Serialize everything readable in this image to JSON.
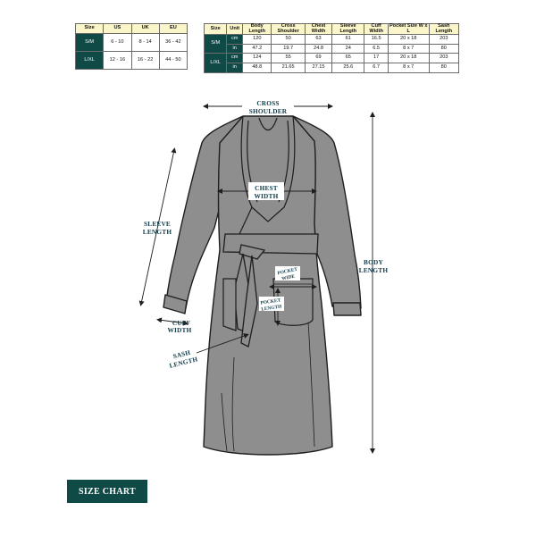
{
  "conversion_table": {
    "headers": [
      "Size",
      "US",
      "UK",
      "EU"
    ],
    "rows": [
      {
        "size": "S/M",
        "us": "6 - 10",
        "uk": "8 - 14",
        "eu": "36 - 42"
      },
      {
        "size": "L/XL",
        "us": "12 - 16",
        "uk": "16 - 22",
        "eu": "44 - 50"
      }
    ]
  },
  "measurement_table": {
    "headers": [
      "Size",
      "Unit",
      "Body Length",
      "Cross Shoulder",
      "Chest Width",
      "Sleeve Length",
      "Cuff Width",
      "Pocket Size W x L",
      "Sash Length"
    ],
    "groups": [
      {
        "size": "S/M",
        "rows": [
          {
            "unit": "cm",
            "values": [
              "120",
              "50",
              "63",
              "61",
              "16.5",
              "20 x 18",
              "203"
            ]
          },
          {
            "unit": "in",
            "values": [
              "47.2",
              "19.7",
              "24.8",
              "24",
              "6.5",
              "8 x 7",
              "80"
            ]
          }
        ]
      },
      {
        "size": "L/XL",
        "rows": [
          {
            "unit": "cm",
            "values": [
              "124",
              "55",
              "69",
              "65",
              "17",
              "20 x 18",
              "203"
            ]
          },
          {
            "unit": "in",
            "values": [
              "48.8",
              "21.65",
              "27.15",
              "25.6",
              "6.7",
              "8 x 7",
              "80"
            ]
          }
        ]
      }
    ]
  },
  "labels": {
    "cross_shoulder_1": "CROSS",
    "cross_shoulder_2": "SHOULDER",
    "chest_width_1": "CHEST",
    "chest_width_2": "WIDTH",
    "sleeve_length_1": "SLEEVE",
    "sleeve_length_2": "LENGTH",
    "body_length_1": "BODY",
    "body_length_2": "LENGTH",
    "pocket_wide_1": "POCKET",
    "pocket_wide_2": "WIDE",
    "pocket_length_1": "POCKET",
    "pocket_length_2": "LENGTH",
    "cuff_width_1": "CUFF",
    "cuff_width_2": "WIDTH",
    "sash_length_1": "SASH",
    "sash_length_2": "LENGTH"
  },
  "badge": "SIZE CHART",
  "colors": {
    "accent": "#0f4a47",
    "header_fill": "#fbf6c9",
    "robe_fill": "#8e8e8e",
    "robe_outline": "#1e1e1e"
  }
}
